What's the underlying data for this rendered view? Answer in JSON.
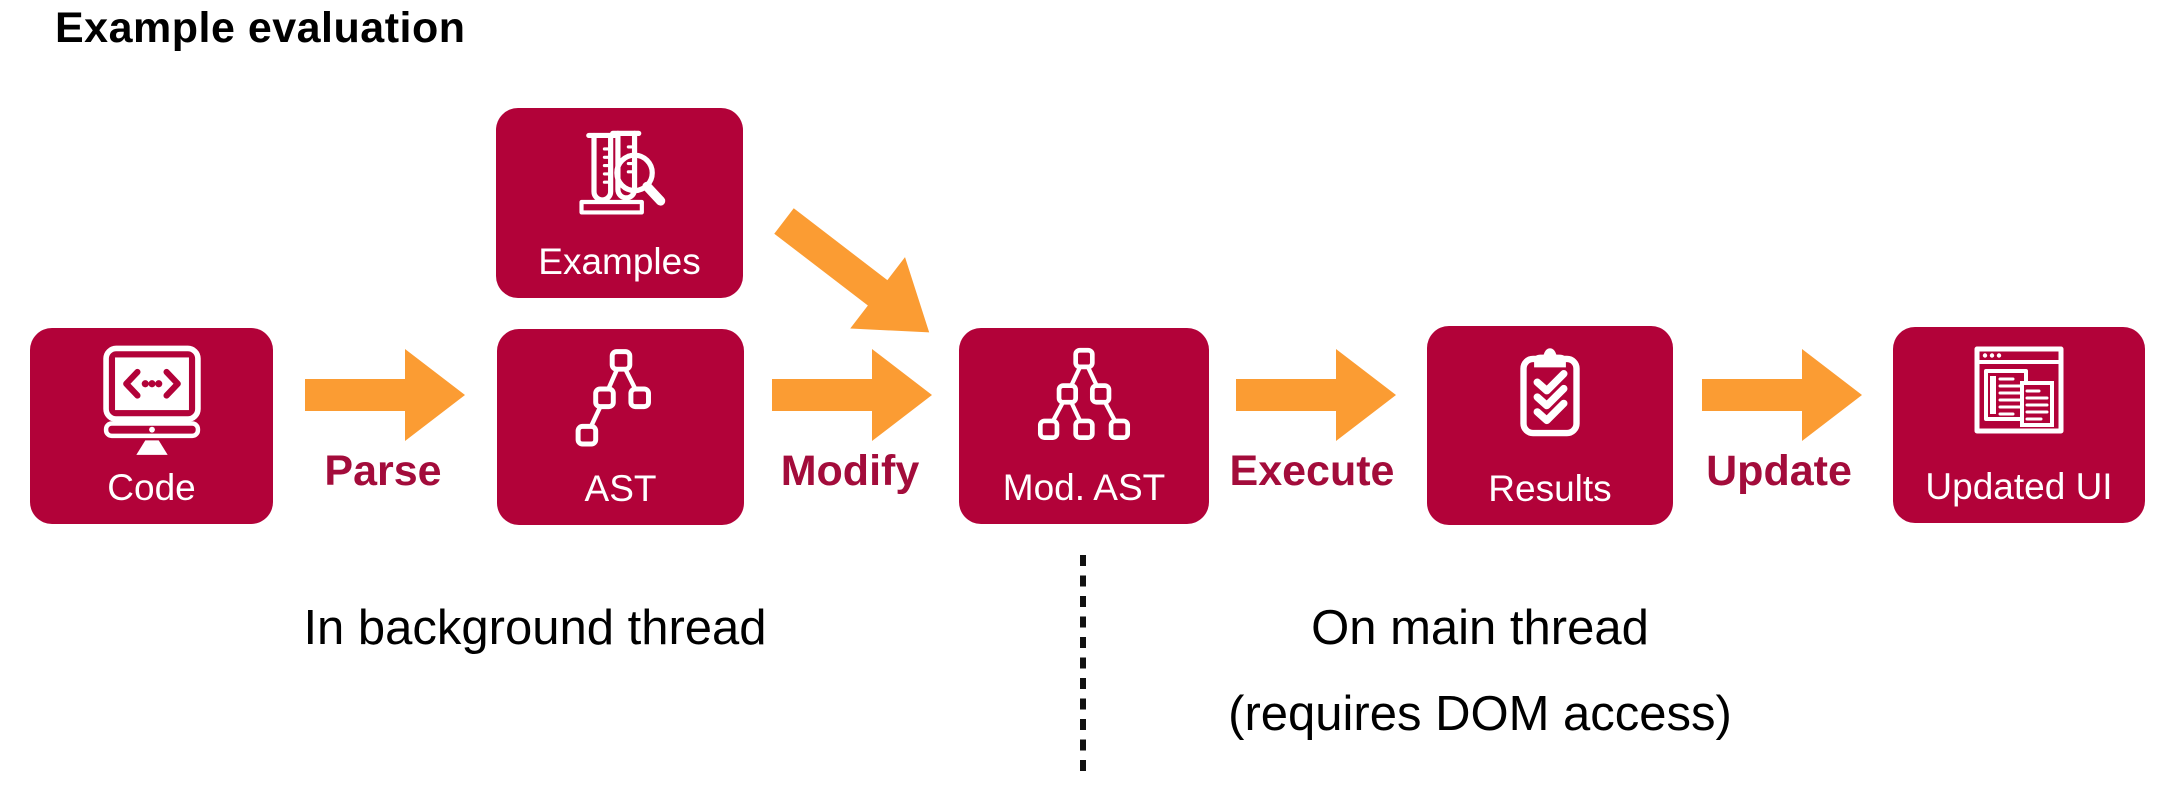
{
  "title": "Example evaluation",
  "colors": {
    "box_crimson": "#B20239",
    "arrow_orange": "#FB9C33",
    "label_crimson": "#A30C3B",
    "text_black": "#000000"
  },
  "nodes": [
    {
      "id": "code",
      "label": "Code",
      "icon": "code-monitor-icon"
    },
    {
      "id": "examples",
      "label": "Examples",
      "icon": "examples-flasks-magnifier-icon"
    },
    {
      "id": "ast",
      "label": "AST",
      "icon": "ast-tree-icon"
    },
    {
      "id": "mod-ast",
      "label": "Mod. AST",
      "icon": "mod-ast-tree-icon"
    },
    {
      "id": "results",
      "label": "Results",
      "icon": "results-clipboard-icon"
    },
    {
      "id": "updated-ui",
      "label": "Updated UI",
      "icon": "updated-ui-window-icon"
    }
  ],
  "arrows": [
    {
      "id": "parse",
      "label": "Parse"
    },
    {
      "id": "modify",
      "label": "Modify"
    },
    {
      "id": "execute",
      "label": "Execute"
    },
    {
      "id": "update",
      "label": "Update"
    },
    {
      "id": "examples-to-mod-ast",
      "label": ""
    }
  ],
  "captions": {
    "left": "In background thread",
    "right_line1": "On main thread",
    "right_line2": "(requires DOM access)"
  }
}
